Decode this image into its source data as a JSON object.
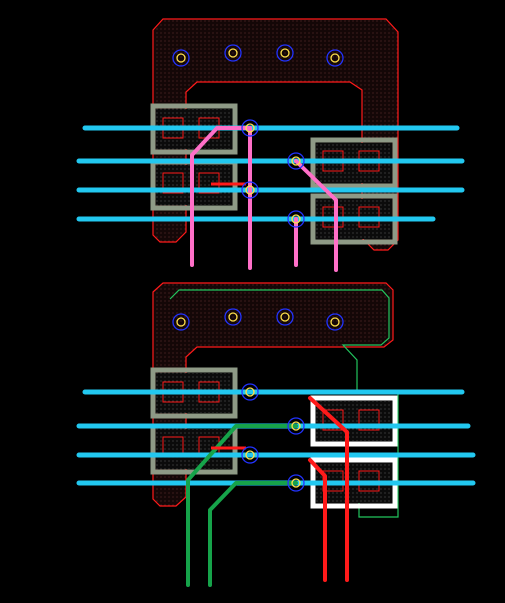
{
  "view": {
    "kind": "PCB layout editor canvas",
    "background": "#000000"
  },
  "colors": {
    "boundary_red": "#ff1a1a",
    "boundary_green": "#22c55e",
    "pad_gray": "#8e9a86",
    "pad_white": "#ffffff",
    "via_blue": "#2233ff",
    "via_yellow": "#ffe14d",
    "trace_cyan": "#22c8f0",
    "trace_pink": "#ff6fc8",
    "trace_red": "#ff1a1a",
    "trace_green": "#16a34a"
  },
  "icons": {
    "via": "via-ring-icon",
    "pad": "pad-square-icon"
  },
  "blocks": [
    {
      "name": "upper-block",
      "via_count": 8,
      "pad_count": 8,
      "trace_color": "pink"
    },
    {
      "name": "lower-block",
      "via_count": 8,
      "pad_count": 8,
      "trace_color": "green"
    }
  ]
}
